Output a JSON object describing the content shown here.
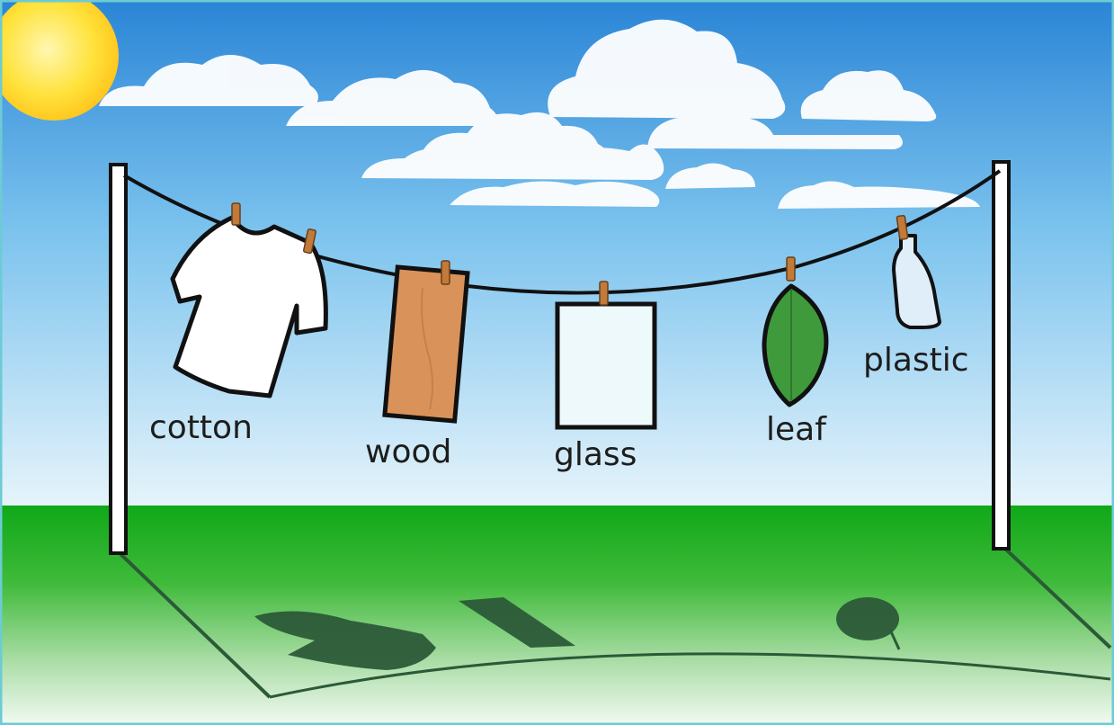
{
  "scene": {
    "materials": [
      {
        "id": "cotton",
        "label": "cotton"
      },
      {
        "id": "wood",
        "label": "wood"
      },
      {
        "id": "glass",
        "label": "glass"
      },
      {
        "id": "leaf",
        "label": "leaf"
      },
      {
        "id": "plastic",
        "label": "plastic"
      }
    ]
  },
  "colors": {
    "sky_top": "#2a85d6",
    "sky_bottom": "#e8f5fb",
    "grass": "#10a818",
    "grass_light": "#f2faf2",
    "shadow": "#2c5a38",
    "wood": "#d9935a",
    "leaf": "#3f9a3c",
    "sun": "#ffe23a",
    "peg": "#c07a3a",
    "border": "#6ccbd4"
  }
}
